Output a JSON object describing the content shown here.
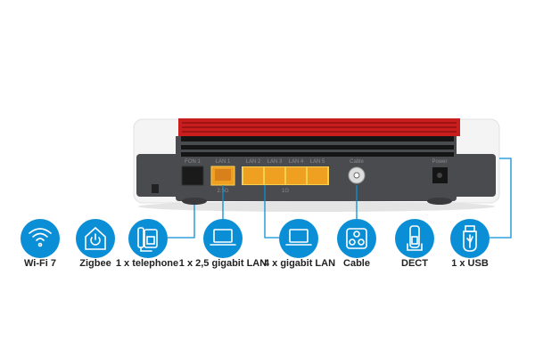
{
  "colors": {
    "accent": "#0a8fd6",
    "router_red": "#c81e1e",
    "router_body": "#4a4b4f",
    "port_orange": "#f0a020"
  },
  "router": {
    "port_labels": [
      "FON 1",
      "LAN 1",
      "LAN 2",
      "LAN 3",
      "LAN 4",
      "LAN 5",
      "Cable",
      "Power"
    ],
    "speed_labels": [
      "2.5G",
      "1G"
    ]
  },
  "features": [
    {
      "icon": "wifi-icon",
      "label": "Wi-Fi 7"
    },
    {
      "icon": "smart-home-power-icon",
      "label": "Zigbee"
    },
    {
      "icon": "telephone-icon",
      "label": "1 x telephone"
    },
    {
      "icon": "laptop-icon",
      "label": "1 x 2,5 gigabit LAN"
    },
    {
      "icon": "laptop-icon",
      "label": "4 x gigabit LAN"
    },
    {
      "icon": "coax-cable-icon",
      "label": "Cable"
    },
    {
      "icon": "dect-handset-icon",
      "label": "DECT"
    },
    {
      "icon": "usb-icon",
      "label": "1 x USB"
    }
  ]
}
